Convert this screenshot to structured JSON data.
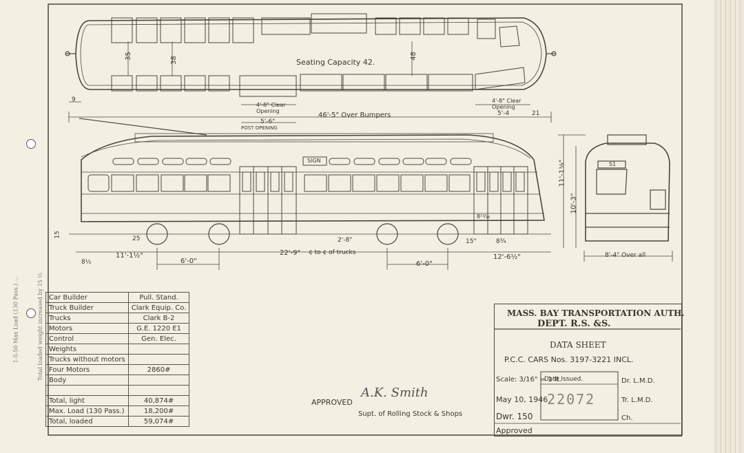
{
  "plan": {
    "seating_capacity": "Seating Capacity 42.",
    "dim_35": "35",
    "dim_38": "38",
    "dim_48": "48",
    "dim_9": "9",
    "front_opening": "4'-8\" Clear Opening",
    "rear_opening": "4'-8\" Clear Opening",
    "post_opening_dim": "5'-6\"",
    "post_opening": "POST OPENING",
    "over_bumpers": "46'-5\" Over Bumpers",
    "dim_5_4": "5'-4",
    "dim_21": "21"
  },
  "elevation": {
    "sign": "SIGN",
    "dim_15": "15",
    "dim_8_half": "8½",
    "dim_25": "25",
    "dim_11_1": "11'-1½\"",
    "dim_6_0_left": "6'-0\"",
    "dim_22_9": "22'-9\"",
    "centers_of_trucks": "¢ to ¢ of trucks",
    "dim_2_8": "2'-8\"",
    "dim_6_0_right": "6'-0\"",
    "dim_15_right": "15\"",
    "dim_12_6": "12'-6½\"",
    "dim_8_3": "8¾",
    "dim_8_13": "8¹³⁄₁₆"
  },
  "end_view": {
    "height_11": "11'-1⅛\"",
    "height_10": "10'-3\"",
    "width_overall": "8'-4\" Over all",
    "sign_fragment": "S1"
  },
  "specs": [
    {
      "label": "Car Builder",
      "value": "Pull. Stand."
    },
    {
      "label": "Truck Builder",
      "value": "Clark Equip. Co."
    },
    {
      "label": "Trucks",
      "value": "Clark B-2"
    },
    {
      "label": "Motors",
      "value": "G.E. 1220 E1"
    },
    {
      "label": "Control",
      "value": "Gen. Elec."
    },
    {
      "label": "Weights",
      "value": ""
    },
    {
      "label": "Trucks without motors",
      "value": ""
    },
    {
      "label": "Four Motors",
      "value": "2860#"
    },
    {
      "label": "Body",
      "value": ""
    },
    {
      "label": "",
      "value": ""
    },
    {
      "label": "Total, light",
      "value": "40,874#"
    },
    {
      "label": "Max. Load (130 Pass.)",
      "value": "18,200#"
    },
    {
      "label": "Total, loaded",
      "value": "59,074#"
    }
  ],
  "approval": {
    "approved_label": "APPROVED",
    "signature": "A.K. Smith",
    "title": "Supt. of Rolling Stock & Shops"
  },
  "title_block": {
    "authority": "MASS. BAY TRANSPORTATION AUTH.",
    "department": "DEPT. R.S. &S.",
    "sheet_title": "DATA SHEET",
    "cars": "P.C.C. CARS Nos. 3197-3221 INCL.",
    "scale": "Scale: 3/16\" = 1 ft.",
    "date_issued": "Date Issued.",
    "dr": "Dr. L.M.D.",
    "date": "May 10, 1946",
    "stamp": "22072",
    "tr": "Tr. L.M.D.",
    "dwr": "Dwr. 150",
    "ch": "Ch.",
    "approved": "Approved"
  },
  "margin_notes": [
    "1-5-50 Max Load (130 Pass.) ...",
    "Total loaded weight increased by 15 ½"
  ]
}
